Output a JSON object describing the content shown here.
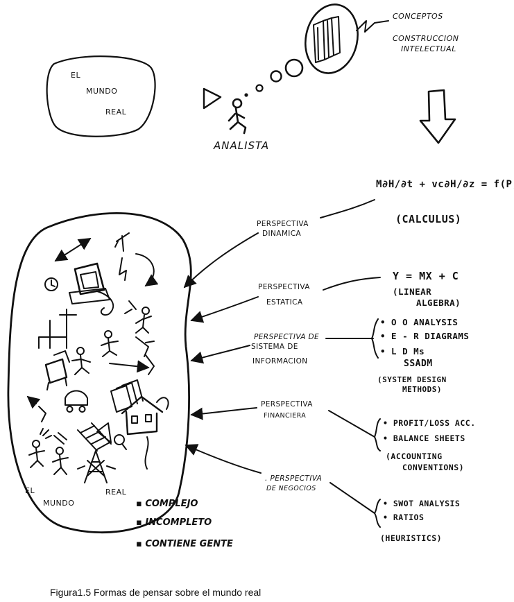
{
  "thought": {
    "bullets": [
      "CONCEPTOS",
      "CONSTRUCCION",
      "INTELECTUAL"
    ]
  },
  "world_small": [
    "EL",
    "MUNDO",
    "REAL"
  ],
  "analyst_label": "ANALISTA",
  "perspectives": [
    {
      "lines": [
        "PERSPECTIVA",
        "DINAMICA"
      ]
    },
    {
      "lines": [
        "PERSPECTIVA",
        "ESTATICA"
      ]
    },
    {
      "lines": [
        "PERSPECTIVA DE",
        "SISTEMA DE",
        "INFORMACION"
      ]
    },
    {
      "lines": [
        "PERSPECTIVA",
        "FINANCIERA"
      ]
    },
    {
      "lines": [
        ". PERSPECTIVA",
        "DE NEGOCIOS"
      ]
    }
  ],
  "methods": {
    "dynamic": {
      "formula": "M∂H/∂t + vc∂H/∂z = f(P,t)",
      "note": "(CALCULUS)"
    },
    "static": {
      "formula": "Y = MX + C",
      "note_1": "(LINEAR",
      "note_2": "ALGEBRA)"
    },
    "info": {
      "items": [
        "• O O ANALYSIS",
        "• E - R DIAGRAMS",
        "• L D Ms"
      ],
      "ssadm": "SSADM",
      "note_1": "(SYSTEM DESIGN",
      "note_2": "METHODS)"
    },
    "financial": {
      "items": [
        "• PROFIT/LOSS ACC.",
        "• BALANCE SHEETS"
      ],
      "note_1": "(ACCOUNTING",
      "note_2": "CONVENTIONS)"
    },
    "business": {
      "items": [
        "• SWOT ANALYSIS",
        "• RATIOS"
      ],
      "note": "(HEURISTICS)"
    }
  },
  "world_big": [
    "EL",
    "MUNDO",
    "REAL"
  ],
  "properties": [
    "COMPLEJO",
    "INCOMPLETO",
    "CONTIENE GENTE"
  ],
  "caption": "Figura1.5   Formas de pensar sobre el mundo real"
}
